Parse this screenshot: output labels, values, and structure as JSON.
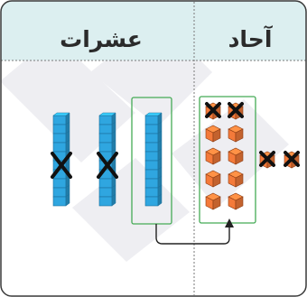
{
  "table": {
    "headers": {
      "tens": "عشرات",
      "ones": "آحاد"
    },
    "colors": {
      "header_bg": "#dceff0",
      "border": "#3a3a3a",
      "divider": "#7a7a7a",
      "watermark": "#eeeef2",
      "group_box": "#44aa55",
      "tens_cube": "#2fa6e0",
      "ones_cube": "#f47a3a",
      "cross": "#111111"
    }
  },
  "model": {
    "rods_crossed": 2,
    "rods_grouped": 1,
    "cubes_per_rod": 10,
    "grouped_unit_cubes": 10,
    "grouped_unit_cubes_crossed": 2,
    "loose_unit_cubes_crossed": 2,
    "icons": [
      "ten-rod-icon",
      "unit-cube-icon",
      "cross-mark-icon",
      "regroup-arrow-icon"
    ]
  }
}
